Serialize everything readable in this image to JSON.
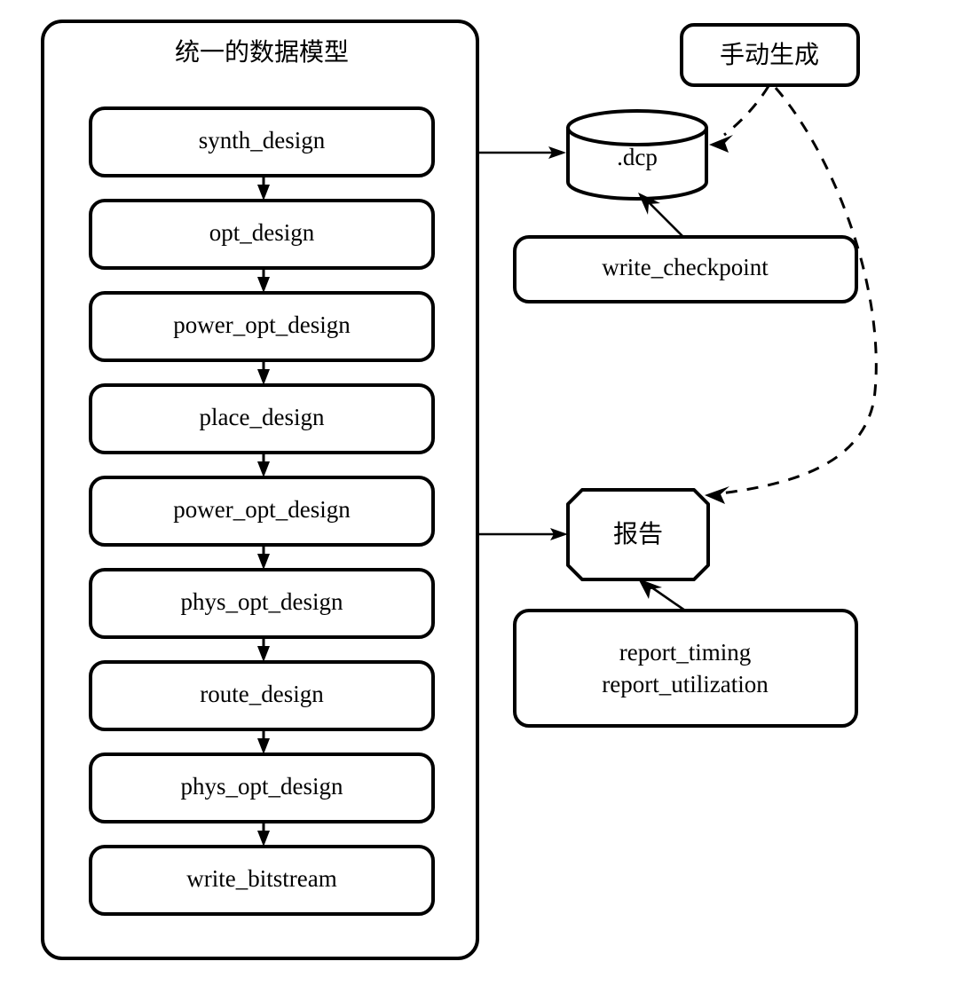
{
  "diagram": {
    "title": "统一的数据模型",
    "background_color": "#ffffff",
    "line_color": "#000000",
    "fill_color": "#ffffff"
  },
  "flow_container": {
    "title": "统一的数据模型",
    "steps": [
      {
        "label": "synth_design"
      },
      {
        "label": "opt_design"
      },
      {
        "label": "power_opt_design"
      },
      {
        "label": "place_design"
      },
      {
        "label": "power_opt_design"
      },
      {
        "label": "phys_opt_design"
      },
      {
        "label": "route_design"
      },
      {
        "label": "phys_opt_design"
      },
      {
        "label": "write_bitstream"
      }
    ]
  },
  "right_column": {
    "manual_source": {
      "label": "手动生成"
    },
    "checkpoint_store": {
      "label": ".dcp"
    },
    "checkpoint_command": {
      "label": "write_checkpoint"
    },
    "report_node": {
      "label": "报告"
    },
    "report_commands": {
      "line1": "report_timing",
      "line2": "report_utilization"
    }
  },
  "connectors": [
    {
      "name": "flow-to-dcp",
      "style": "solid"
    },
    {
      "name": "flow-to-report",
      "style": "solid"
    },
    {
      "name": "write-checkpoint-to-dcp",
      "style": "solid"
    },
    {
      "name": "report-commands-to-report",
      "style": "solid"
    },
    {
      "name": "manual-to-dcp",
      "style": "dashed"
    },
    {
      "name": "manual-to-report",
      "style": "dashed"
    }
  ]
}
